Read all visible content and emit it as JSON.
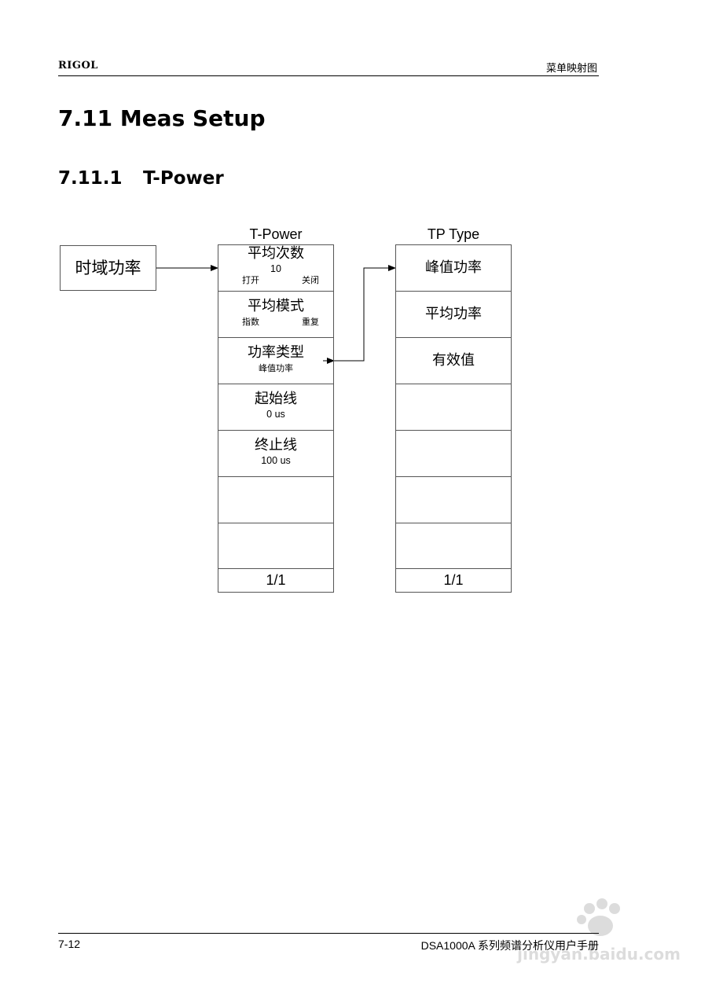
{
  "header": {
    "brand": "RIGOL",
    "section": "菜单映射图"
  },
  "title": {
    "h1": "7.11 Meas Setup",
    "h2_num": "7.11.1",
    "h2_text": "T-Power"
  },
  "entry": {
    "label": "时域功率"
  },
  "tpower": {
    "title": "T-Power",
    "items": [
      {
        "main": "平均次数",
        "value": "10",
        "opt1": "打开",
        "opt2": "关闭"
      },
      {
        "main": "平均模式",
        "opt1": "指数",
        "opt2": "重复"
      },
      {
        "main": "功率类型",
        "sub": "峰值功率"
      },
      {
        "main": "起始线",
        "value": "0 us"
      },
      {
        "main": "终止线",
        "value": "100 us"
      }
    ],
    "page": "1/1"
  },
  "tptype": {
    "title": "TP Type",
    "items": [
      "峰值功率",
      "平均功率",
      "有效值"
    ],
    "page": "1/1"
  },
  "footer": {
    "page": "7-12",
    "manual": "DSA1000A 系列频谱分析仪用户手册"
  },
  "watermark": {
    "site": "jingyan.baidu.com"
  }
}
